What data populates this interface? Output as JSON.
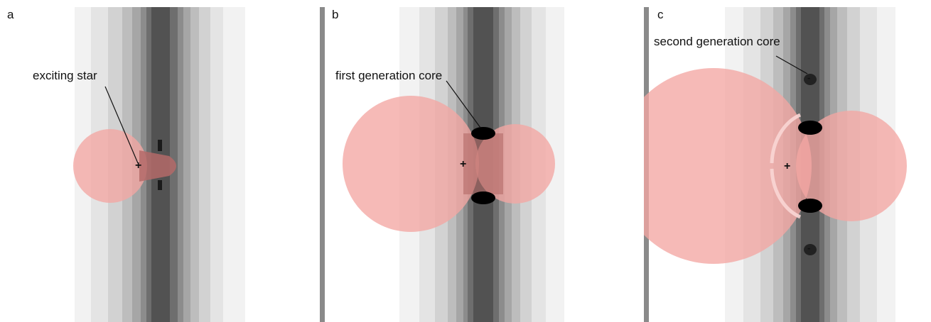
{
  "panels": [
    {
      "label": "a",
      "annotation": "exciting star"
    },
    {
      "label": "b",
      "annotation": "first generation core"
    },
    {
      "label": "c",
      "annotation": "second generation core"
    }
  ],
  "markers": {
    "star": "+",
    "core": "-"
  },
  "colors": {
    "ionized_region": "#f4a7a3",
    "ionized_overlap": "#b46a68",
    "density_levels": [
      "#f2f2f2",
      "#e4e4e4",
      "#d2d2d2",
      "#bdbdbd",
      "#a6a6a6",
      "#8c8c8c",
      "#6e6e6e",
      "#525252"
    ],
    "core": "#000000",
    "divider": "#8a8a8a"
  }
}
